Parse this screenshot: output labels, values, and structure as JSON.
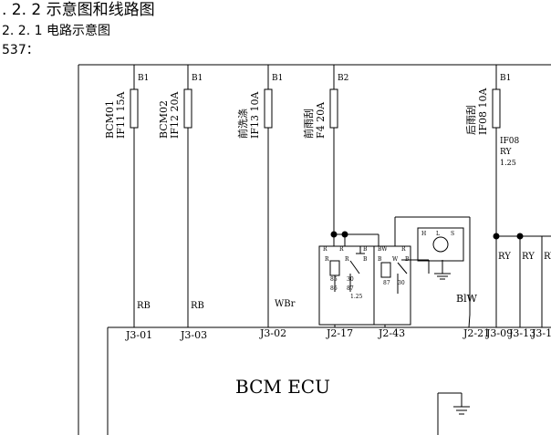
{
  "headings": {
    "section": ". 2. 2  示意图和线路图",
    "subsection": "2. 2. 1  电路示意图",
    "code": "537："
  },
  "fuses": [
    {
      "tap": "B1",
      "label_lines": [
        "BCM01",
        "IF11 15A"
      ],
      "wire": "RB"
    },
    {
      "tap": "B1",
      "label_lines": [
        "BCM02",
        "IF12 20A"
      ],
      "wire": "RB"
    },
    {
      "tap": "B1",
      "label_lines": [
        "前洗涤",
        "IF13 10A"
      ],
      "wire": "WBr"
    },
    {
      "tap": "B2",
      "label_lines": [
        "前雨刮",
        "F4 20A"
      ],
      "wire": ""
    },
    {
      "tap": "B1",
      "label_lines": [
        "后雨刮",
        "IF08 10A"
      ],
      "wire": ""
    }
  ],
  "rear_wiper_wire": {
    "id": "IF08",
    "color": "RY",
    "size": "1.25"
  },
  "relays": {
    "r1_pins": [
      "R",
      "R",
      "B"
    ],
    "r1_wire_size": "1.25",
    "r2_pins": [
      "BW",
      "R"
    ],
    "motor_pins": [
      "H",
      "L",
      "S"
    ],
    "motor_wire": "BlW",
    "bottom_pins": [
      "R",
      "R",
      "B",
      "B",
      "W",
      "B"
    ],
    "bottom_nums": [
      "85",
      "30",
      "86",
      "87",
      "87",
      "30"
    ]
  },
  "ry_wires": [
    "RY",
    "RY",
    "RY"
  ],
  "connectors": [
    "J3-01",
    "J3-03",
    "J3-02",
    "J2-17",
    "J2-43",
    "J2-21",
    "J3-09",
    "J3-13",
    "J3-1"
  ],
  "ecu_label": "BCM ECU",
  "colors": {
    "line": "#000000",
    "background": "#ffffff"
  }
}
